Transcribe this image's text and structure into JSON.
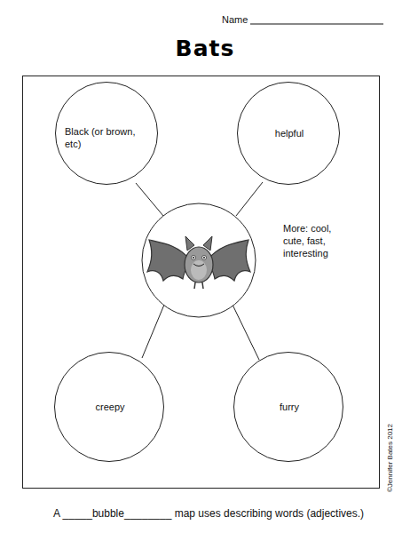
{
  "diagram": {
    "title": "Bats",
    "nodes": [
      {
        "text": [
          "Black (or brown, etc)"
        ]
      },
      {
        "text": [
          "helpful"
        ]
      },
      {
        "text": [
          "creepy"
        ]
      },
      {
        "text": [
          "furry"
        ]
      }
    ],
    "labels": [
      "Name",
      "More: cool, cute, fast, interesting",
      "A _____bubble________ map uses describing words (adjectives.)",
      "©Jennifer Bates 2012"
    ]
  }
}
